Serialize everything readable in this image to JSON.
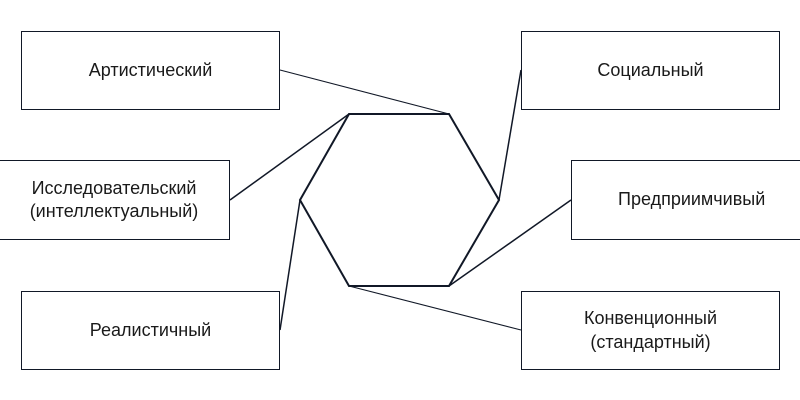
{
  "diagram": {
    "types": {
      "artistic": "Артистический",
      "social": "Социальный",
      "investigative": "Исследовательский\n(интеллектуальный)",
      "enterprising": "Предприимчивый",
      "realistic": "Реалистичный",
      "conventional": "Конвенционный\n(стандартный)"
    },
    "colors": {
      "line": "#111827",
      "box_border": "#111827",
      "background": "#ffffff"
    }
  }
}
